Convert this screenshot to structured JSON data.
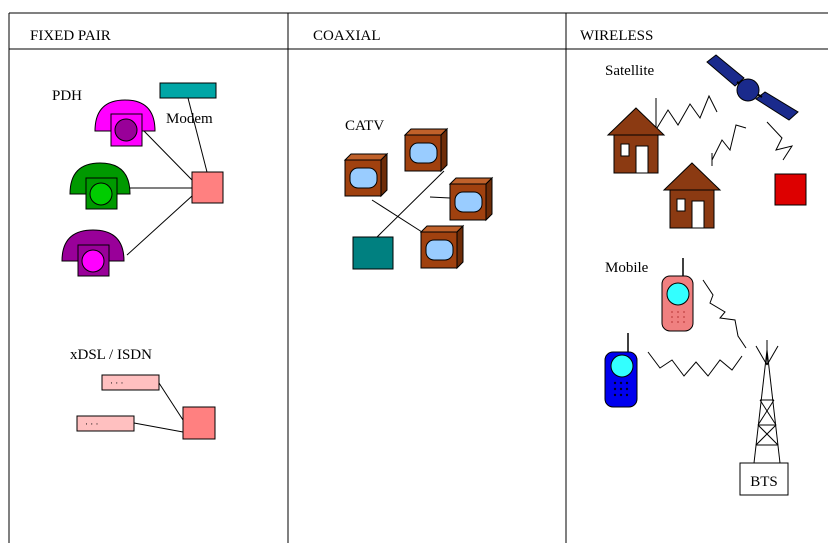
{
  "columns": [
    {
      "label": "FIXED PAIR"
    },
    {
      "label": "COAXIAL"
    },
    {
      "label": "WIRELESS"
    }
  ],
  "fixed_pair": {
    "pdh_label": "PDH",
    "modem_label": "Modem",
    "xdsl_label": "xDSL / ISDN",
    "dots": "· · ·"
  },
  "coaxial": {
    "catv_label": "CATV"
  },
  "wireless": {
    "satellite_label": "Satellite",
    "mobile_label": "Mobile",
    "bts_label": "BTS"
  },
  "colors": {
    "phone_magenta": "#ff00ff",
    "phone_magenta_dark": "#990099",
    "phone_green": "#009900",
    "phone_green_bright": "#00cc00",
    "phone_purple": "#990099",
    "modem_teal": "#00a6a6",
    "hub_salmon": "#ff8080",
    "tv_brown": "#a0410f",
    "tv_screen": "#99ccff",
    "catv_box": "#008080",
    "house_brown": "#8b3a12",
    "satellite_navy": "#1a2a8c",
    "receiver_red": "#dd0000",
    "mobile_salmon": "#f08080",
    "mobile_cyan": "#33ffff",
    "mobile_blue": "#0000ee"
  }
}
